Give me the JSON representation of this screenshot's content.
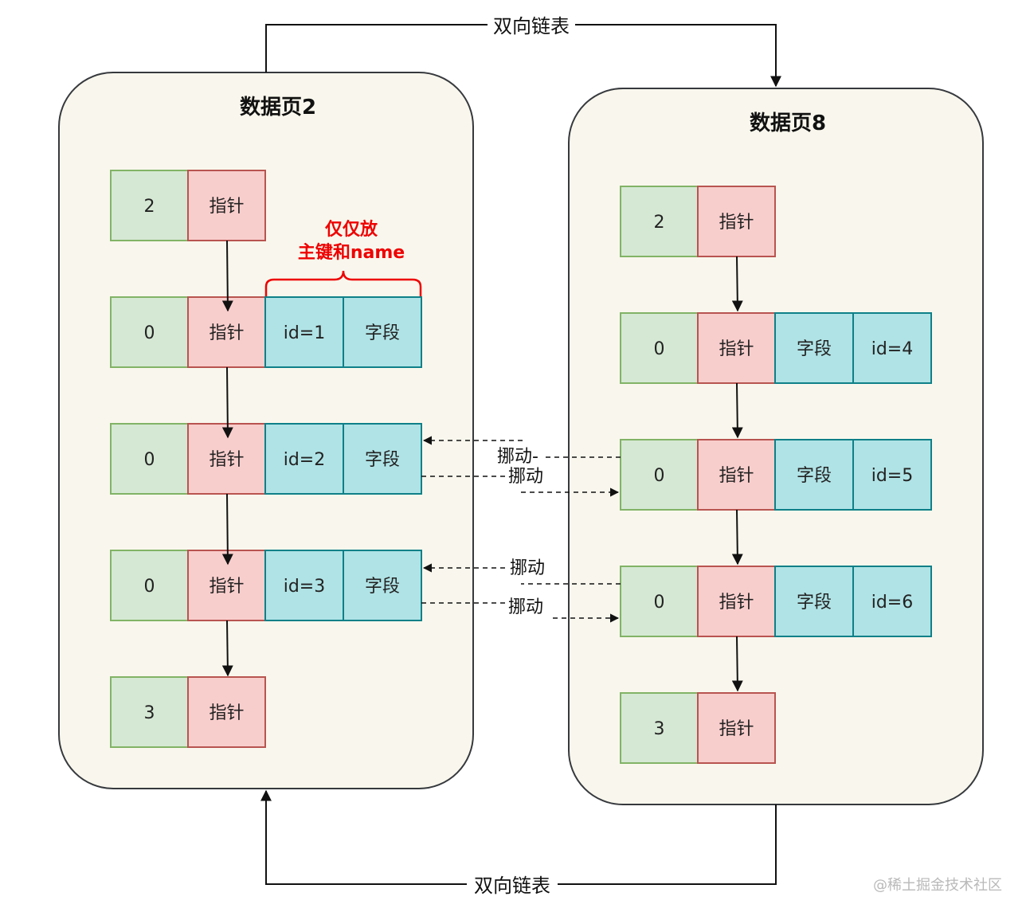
{
  "pages": {
    "left": {
      "title": "数据页2",
      "rows": [
        {
          "index": "2",
          "pointer": "指针"
        },
        {
          "index": "0",
          "pointer": "指针",
          "c1": "id=1",
          "c2": "字段"
        },
        {
          "index": "0",
          "pointer": "指针",
          "c1": "id=2",
          "c2": "字段"
        },
        {
          "index": "0",
          "pointer": "指针",
          "c1": "id=3",
          "c2": "字段"
        },
        {
          "index": "3",
          "pointer": "指针"
        }
      ]
    },
    "right": {
      "title": "数据页8",
      "rows": [
        {
          "index": "2",
          "pointer": "指针"
        },
        {
          "index": "0",
          "pointer": "指针",
          "c1": "字段",
          "c2": "id=4"
        },
        {
          "index": "0",
          "pointer": "指针",
          "c1": "字段",
          "c2": "id=5"
        },
        {
          "index": "0",
          "pointer": "指针",
          "c1": "字段",
          "c2": "id=6"
        },
        {
          "index": "3",
          "pointer": "指针"
        }
      ]
    }
  },
  "links": {
    "top_label": "双向链表",
    "bottom_label": "双向链表"
  },
  "annotation": {
    "line1": "仅仅放",
    "line2": "主键和name"
  },
  "moves": {
    "row2_upper": "挪动-",
    "row2_lower": "挪动",
    "row3_upper": "挪动",
    "row3_lower": "挪动"
  },
  "watermark": "@稀土掘金技术社区",
  "colors": {
    "index_fill": "#d5e8d4",
    "index_stroke": "#82b366",
    "pointer_fill": "#f8cecc",
    "pointer_stroke": "#b85450",
    "field_fill": "#b0e3e6",
    "field_stroke": "#0e8088",
    "page_fill": "#f9f7ed",
    "note": "#ee0000"
  }
}
